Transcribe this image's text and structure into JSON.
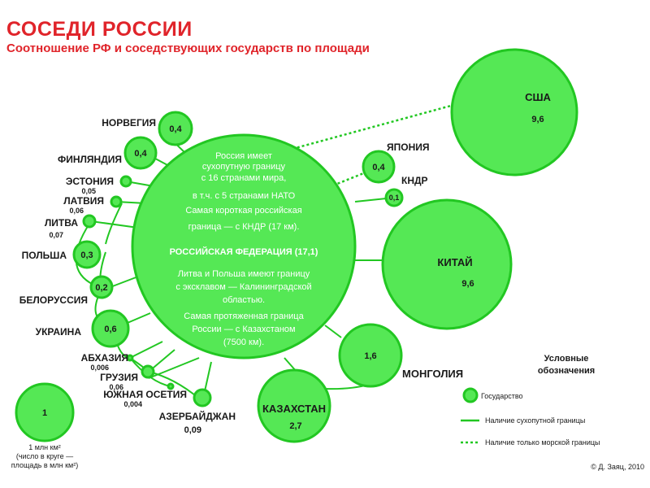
{
  "title": "СОСЕДИ РОССИИ",
  "subtitle": "Соотношение РФ и соседствующих государств по площади",
  "russia": {
    "name": "РОССИЙСКАЯ ФЕДЕРАЦИЯ (17,1)",
    "text1": [
      "Россия имеет",
      "сухопутную границу",
      "с 16 странами мира,",
      "в т.ч. с 5 странами НАТО"
    ],
    "text2": [
      "Самая короткая российская",
      "граница — с КНДР (17 км)."
    ],
    "text3": [
      "Литва и Польша имеют границу",
      "с эксклавом — Калининградской",
      "областью."
    ],
    "text4": [
      "Самая протяженная граница",
      "России — с Казахстаном",
      "(7500 км)."
    ]
  },
  "countries": {
    "usa": {
      "name": "США",
      "value": "9,6"
    },
    "china": {
      "name": "КИТАЙ",
      "value": "9,6"
    },
    "kazakhstan": {
      "name": "КАЗАХСТАН",
      "value": "2,7"
    },
    "mongolia": {
      "name": "МОНГОЛИЯ",
      "value": "1,6"
    },
    "japan": {
      "name": "ЯПОНИЯ",
      "value": "0,4"
    },
    "dprk": {
      "name": "КНДР",
      "value": "0,1"
    },
    "norway": {
      "name": "НОРВЕГИЯ",
      "value": "0,4"
    },
    "finland": {
      "name": "ФИНЛЯНДИЯ",
      "value": "0,4"
    },
    "estonia": {
      "name": "ЭСТОНИЯ",
      "value": "0,05"
    },
    "latvia": {
      "name": "ЛАТВИЯ",
      "value": "0,06"
    },
    "lithuania": {
      "name": "ЛИТВА",
      "value": "0,07"
    },
    "poland": {
      "name": "ПОЛЬША",
      "value": "0,3"
    },
    "belarus": {
      "name": "БЕЛОРУССИЯ",
      "value": "0,2"
    },
    "ukraine": {
      "name": "УКРАИНА",
      "value": "0,6"
    },
    "abkhazia": {
      "name": "АБХАЗИЯ",
      "value": "0,006"
    },
    "georgia": {
      "name": "ГРУЗИЯ",
      "value": "0,06"
    },
    "south_ossetia": {
      "name": "ЮЖНАЯ ОСЕТИЯ",
      "value": "0,004"
    },
    "azerbaijan": {
      "name": "АЗЕРБАЙДЖАН",
      "value": "0,09"
    }
  },
  "scale": {
    "value": "1",
    "line1": "1 млн км²",
    "line2": "(число в круге —",
    "line3": "площадь в млн км²)"
  },
  "legend": {
    "title1": "Условные",
    "title2": "обозначения",
    "state": "Государство",
    "land": "Наличие сухопутной границы",
    "sea": "Наличие только морской границы"
  },
  "credit": "© Д. Заяц, 2010",
  "colors": {
    "fill": "#55e855",
    "stroke": "#22c722",
    "title": "#e0242a"
  }
}
